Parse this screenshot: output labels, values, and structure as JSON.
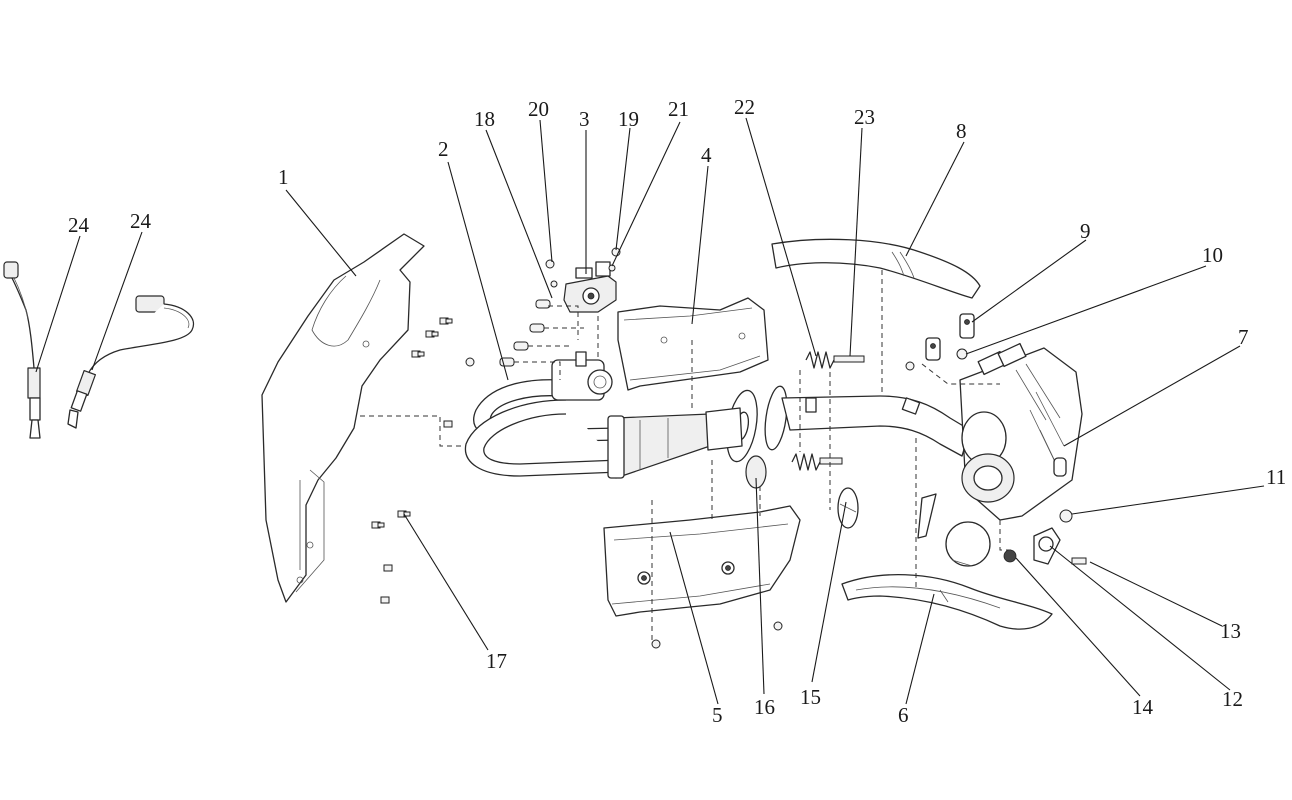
{
  "callouts": [
    {
      "id": "1",
      "text": "1"
    },
    {
      "id": "2",
      "text": "2"
    },
    {
      "id": "3",
      "text": "3"
    },
    {
      "id": "4",
      "text": "4"
    },
    {
      "id": "5",
      "text": "5"
    },
    {
      "id": "6",
      "text": "6"
    },
    {
      "id": "7",
      "text": "7"
    },
    {
      "id": "8",
      "text": "8"
    },
    {
      "id": "9",
      "text": "9"
    },
    {
      "id": "10",
      "text": "10"
    },
    {
      "id": "11",
      "text": "11"
    },
    {
      "id": "12",
      "text": "12"
    },
    {
      "id": "13",
      "text": "13"
    },
    {
      "id": "14",
      "text": "14"
    },
    {
      "id": "15",
      "text": "15"
    },
    {
      "id": "16",
      "text": "16"
    },
    {
      "id": "17",
      "text": "17"
    },
    {
      "id": "18",
      "text": "18"
    },
    {
      "id": "19",
      "text": "19"
    },
    {
      "id": "20",
      "text": "20"
    },
    {
      "id": "21",
      "text": "21"
    },
    {
      "id": "22",
      "text": "22"
    },
    {
      "id": "23",
      "text": "23"
    },
    {
      "id": "24a",
      "text": "24"
    },
    {
      "id": "24b",
      "text": "24"
    }
  ]
}
